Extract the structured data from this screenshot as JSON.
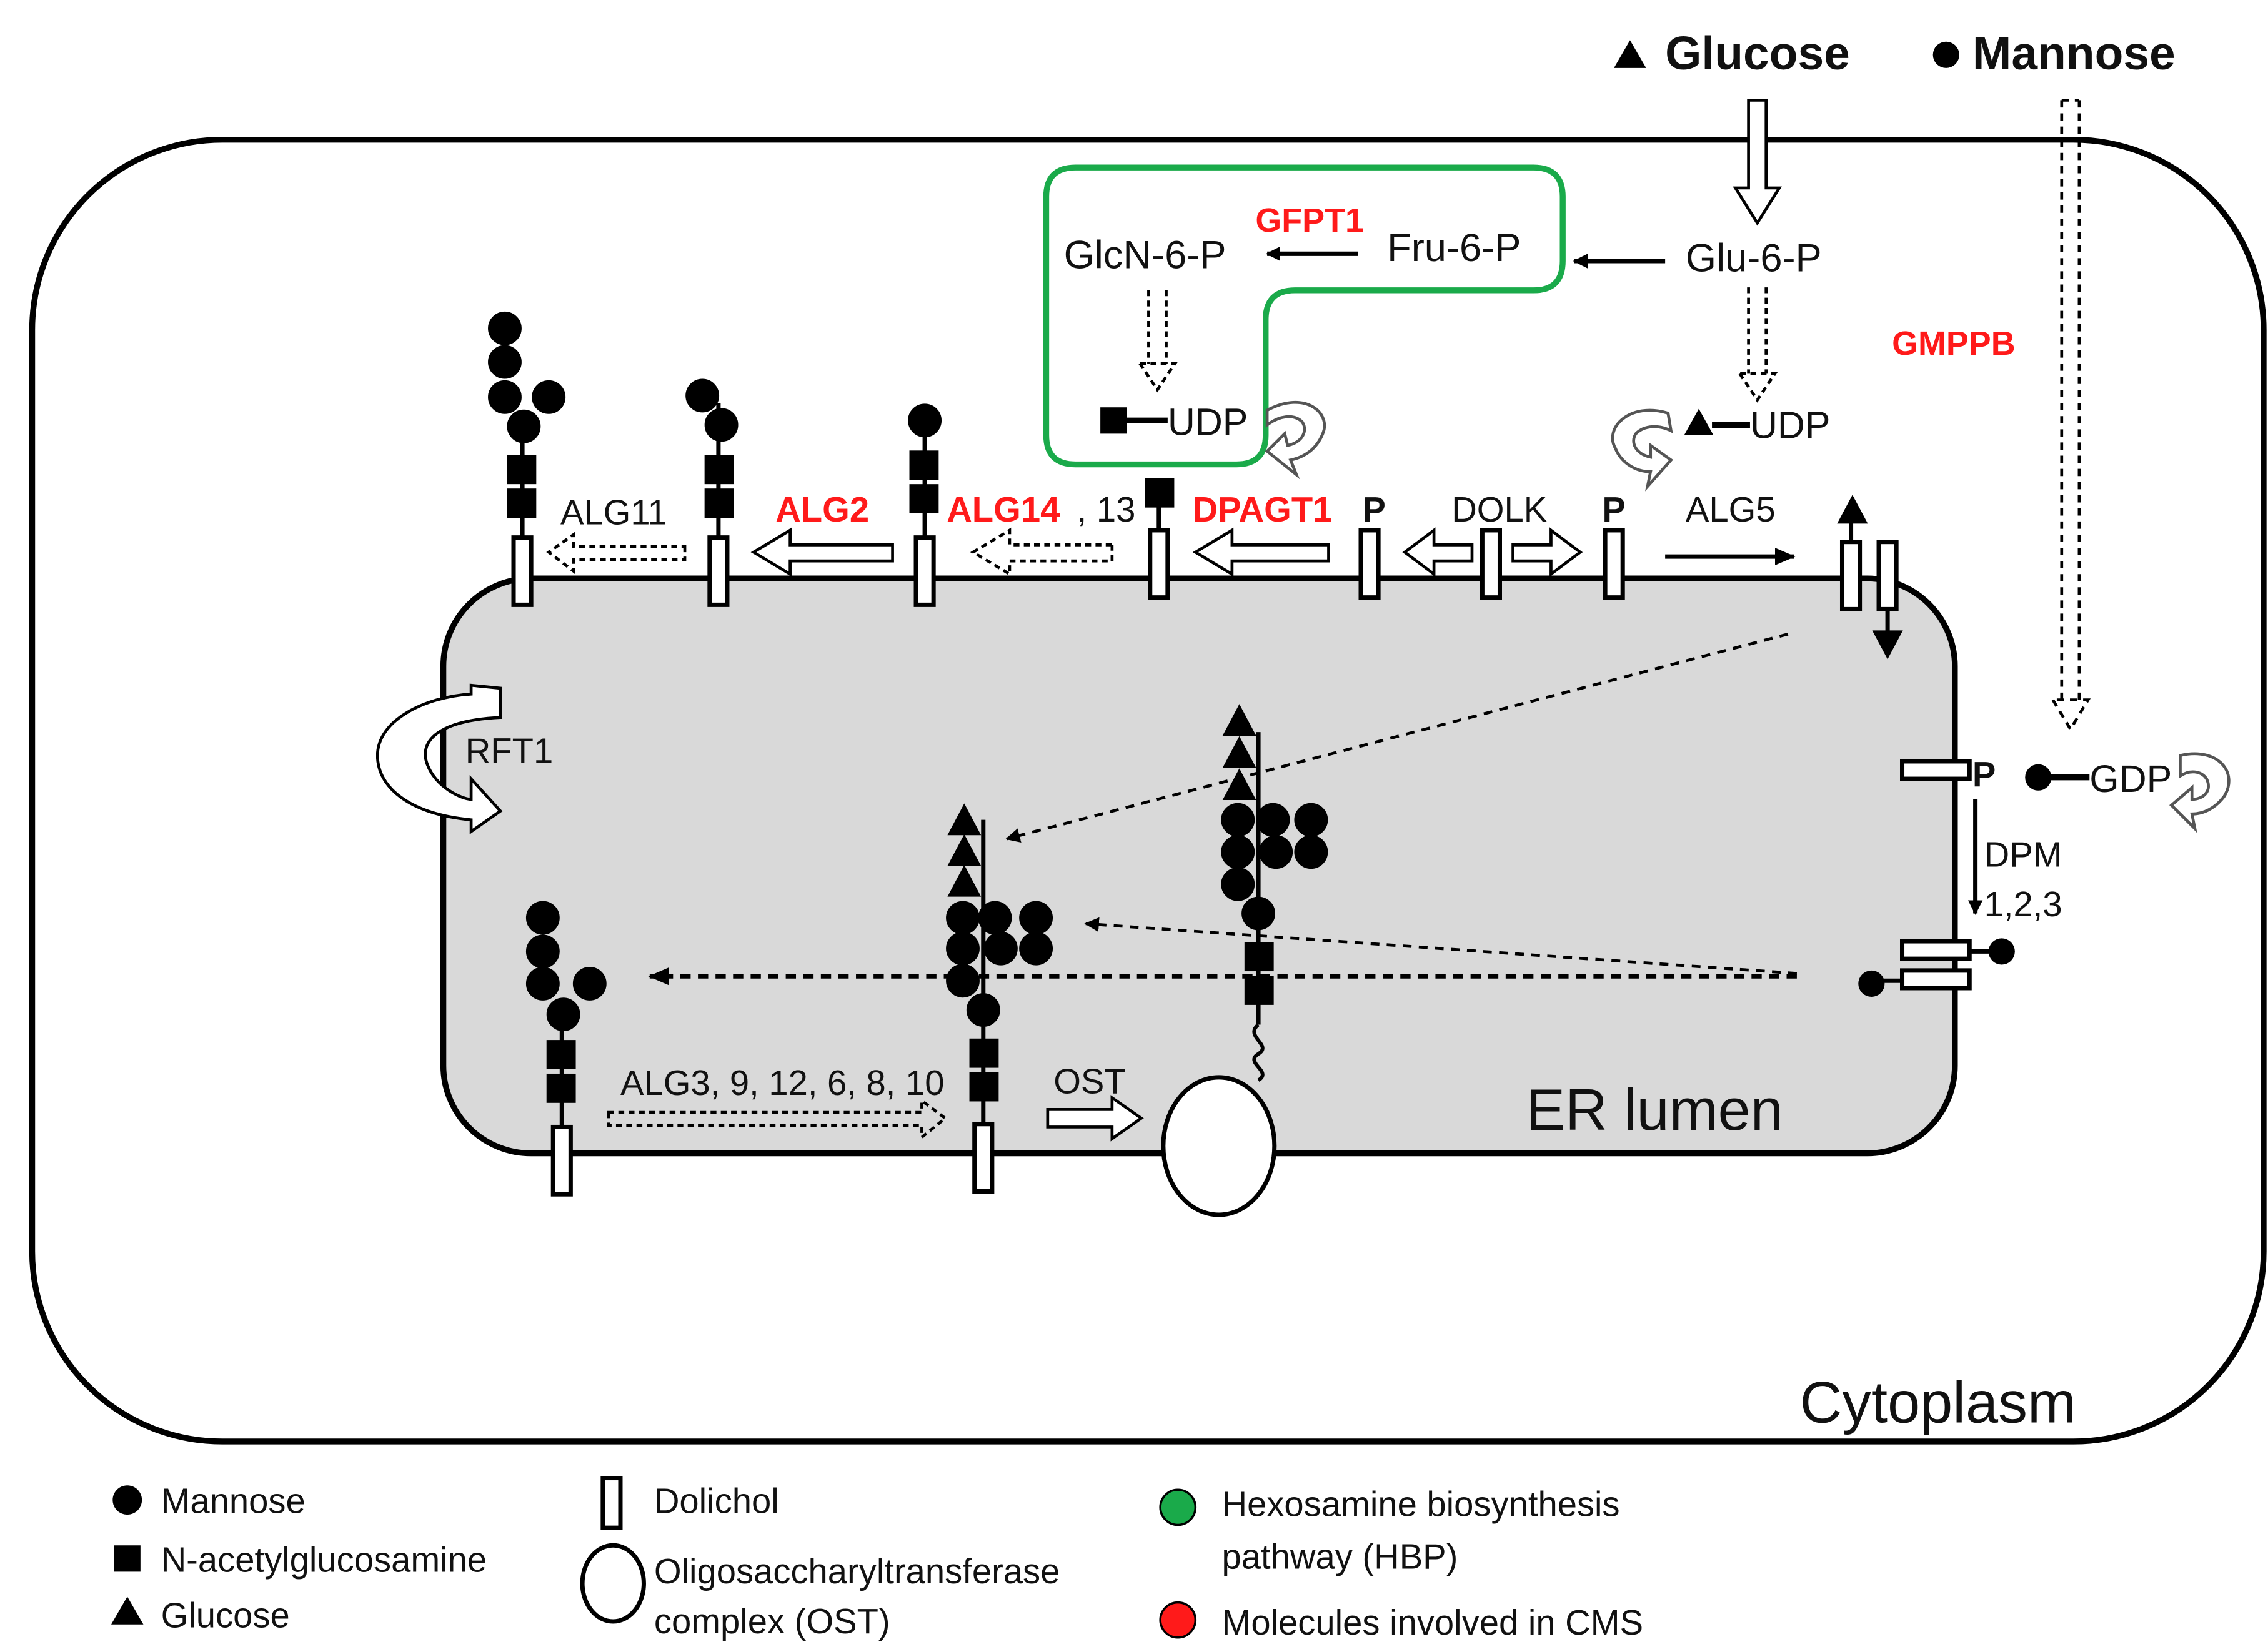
{
  "header": {
    "glucose": "Glucose",
    "mannose": "Mannose"
  },
  "hbp": {
    "glcn6p": "GlcN-6-P",
    "gfpt1": "GFPT1",
    "fru6p": "Fru-6-P",
    "udp_glcnac": "UDP"
  },
  "cytoplasm_labels": {
    "glu6p": "Glu-6-P",
    "udp_glc": "UDP",
    "gmppb": "GMPPB",
    "gdp": "GDP",
    "cytoplasm": "Cytoplasm"
  },
  "membrane_labels": {
    "alg11": "ALG11",
    "alg2": "ALG2",
    "alg14": "ALG14",
    "alg13": ", 13",
    "dpagt1": "DPAGT1",
    "p1": "P",
    "dolk": "DOLK",
    "p2": "P",
    "alg5": "ALG5",
    "p3": "P",
    "dpm1": "DPM",
    "dpm2": "1,2,3"
  },
  "lumen_labels": {
    "rft1": "RFT1",
    "alg3": "ALG3, 9, 12, 6, 8, 10",
    "ost": "OST",
    "er_lumen": "ER lumen"
  },
  "legend": {
    "mannose": "Mannose",
    "glcnac": "N-acetylglucosamine",
    "glucose": "Glucose",
    "dolichol": "Dolichol",
    "ost1": "Oligosaccharyltransferase",
    "ost2": "complex (OST)",
    "hbp1": "Hexosamine biosynthesis",
    "hbp2": "pathway (HBP)",
    "cms": "Molecules involved in CMS"
  },
  "colors": {
    "hbp_box": "#1aaa4a",
    "cms_red": "#ff1a1a",
    "er_fill": "#d9d9d9",
    "ink": "#000000"
  }
}
